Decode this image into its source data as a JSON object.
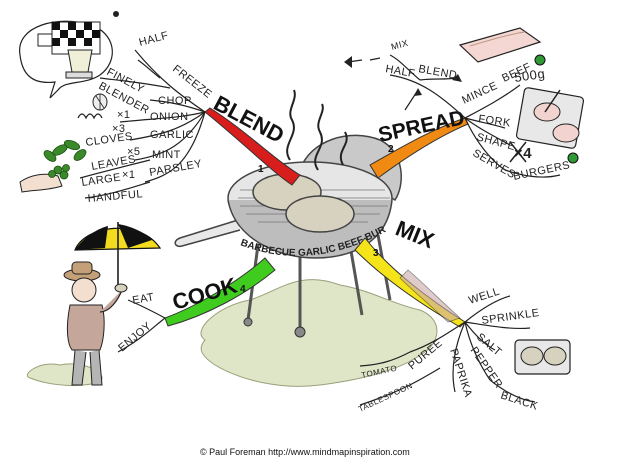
{
  "center": {
    "title": "BARBECUE GARLIC BEEF BURGERS",
    "words": [
      "BARBECUE",
      "GARLIC",
      "BEEF",
      "BURGERS"
    ]
  },
  "branches": {
    "blend": {
      "label": "BLEND",
      "number": "1",
      "color": "#d81d1d",
      "items": {
        "half": "HALF",
        "freeze": "FREEZE",
        "finely": "FINELY",
        "blender": "BLENDER",
        "chop": "CHOP",
        "x1_onion": "×1",
        "onion": "ONION",
        "x3_garlic": "×3",
        "garlic": "GARLIC",
        "cloves": "CLOVES",
        "x5_mint": "×5",
        "mint": "MINT",
        "leaves": "LEAVES",
        "x1_parsley": "×1",
        "parsley": "PARSLEY",
        "large": "LARGE",
        "handful": "HANDFUL"
      }
    },
    "spread": {
      "label": "SPREAD",
      "number": "2",
      "color": "#f08a12",
      "items": {
        "mix": "MIX",
        "half": "HALF",
        "blend": "BLEND",
        "mince": "MINCE",
        "beef": "BEEF",
        "weight": "500g",
        "fork": "FORK",
        "shape": "SHAPE",
        "serves": "SERVES",
        "x4": "×4",
        "burgers": "BURGERS"
      }
    },
    "mix": {
      "label": "MIX",
      "number": "3",
      "color": "#f5e41a",
      "items": {
        "well": "WELL",
        "sprinkle": "SPRINKLE",
        "salt": "SALT",
        "pepper": "PEPPER",
        "black": "BLACK",
        "paprika": "PAPRIKA",
        "puree": "PUREE",
        "tomato": "TOMATO",
        "tablespoon": "TABLESPOON"
      }
    },
    "cook": {
      "label": "COOK",
      "number": "4",
      "color": "#3fcc1f",
      "items": {
        "eat": "EAT",
        "enjoy": "ENJOY"
      }
    }
  },
  "credit": "© Paul Foreman http://www.mindmapinspiration.com",
  "colors": {
    "grill_body": "#c9c9c9",
    "grill_dark": "#8c8c8c",
    "burger": "#d6d2bf",
    "ground": "#dfe6c8",
    "umbrella_yellow": "#f3dc1f",
    "umbrella_black": "#111111",
    "shirt": "#c4a79a",
    "trousers": "#b5b5b5",
    "leaf_green": "#3a8a2a",
    "dot_green": "#2f9a34"
  },
  "icons": [
    "grill-icon",
    "chef-person-icon",
    "umbrella-icon",
    "blender-icon",
    "beef-mince-icon",
    "burger-patty-icon",
    "onion-icon",
    "garlic-icon",
    "mint-leaves-icon",
    "parsley-hand-icon",
    "knife-fork-icon",
    "seasoning-burgers-icon"
  ]
}
